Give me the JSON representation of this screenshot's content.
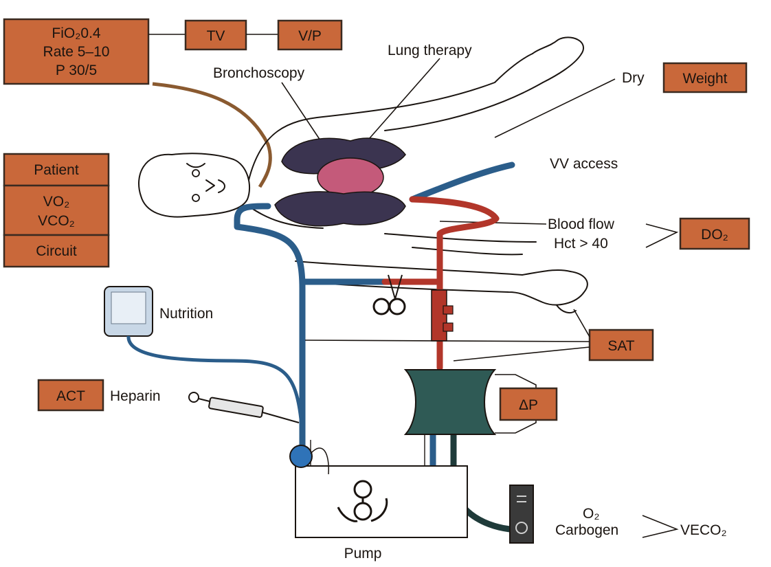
{
  "ventilator": {
    "line1": "FiO₂0.4",
    "line2": "Rate 5–10",
    "line3": "P 30/5"
  },
  "tv_box": "TV",
  "vp_box": "V/P",
  "lung_therapy": "Lung therapy",
  "bronchoscopy": "Bronchoscopy",
  "dry_label": "Dry",
  "weight_box": "Weight",
  "patient_panel": {
    "patient": "Patient",
    "vo2": "VO₂",
    "vco2": "VCO₂",
    "circuit": "Circuit"
  },
  "vv_access": "VV access",
  "blood_flow": "Blood flow",
  "hct": "Hct > 40",
  "do2_box": "DO₂",
  "nutrition": "Nutrition",
  "sat_box": "SAT",
  "act_box": "ACT",
  "heparin": "Heparin",
  "delta_p_box": "ΔP",
  "o2_label": "O₂",
  "carbogen": "Carbogen",
  "veco2": "VECO₂",
  "pump": "Pump",
  "colors": {
    "box_fill": "#c9683a",
    "venous_blue": "#2b5d8a",
    "arterial_red": "#b2362a",
    "lung": "#3b3450",
    "oxygenator": "#2f5a55"
  }
}
